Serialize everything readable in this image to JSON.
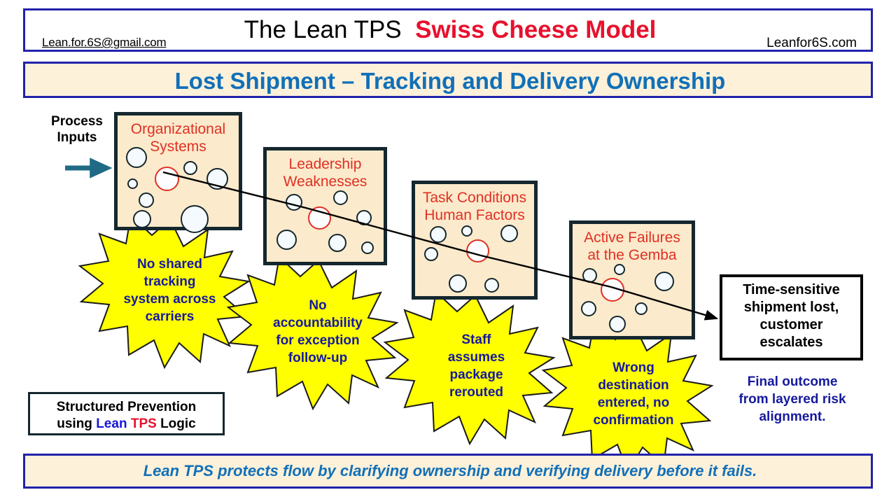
{
  "header": {
    "title_black": "The Lean TPS",
    "title_red": "Swiss Cheese Model",
    "email": "Lean.for.6S@gmail.com",
    "website": "Leanfor6S.com"
  },
  "subtitle": {
    "text": "Lost Shipment – Tracking and Delivery Ownership"
  },
  "process_inputs": {
    "label": "Process\nInputs",
    "line1": "Process",
    "line2": "Inputs",
    "arrow_color": "#1f6b86"
  },
  "slices": [
    {
      "id": "organizational-systems",
      "title_line1": "Organizational",
      "title_line2": "Systems",
      "title_color": "#e03025",
      "fill": "#fbeacb",
      "border": "#15272e"
    },
    {
      "id": "leadership-weaknesses",
      "title_line1": "Leadership",
      "title_line2": "Weaknesses",
      "title_color": "#e03025",
      "fill": "#fbeacb",
      "border": "#15272e"
    },
    {
      "id": "task-conditions-human-factors",
      "title_line1": "Task Conditions",
      "title_line2": "Human Factors",
      "title_color": "#e03025",
      "fill": "#fbeacb",
      "border": "#15272e"
    },
    {
      "id": "active-failures-gemba",
      "title_line1": "Active Failures",
      "title_line2": "at the Gemba",
      "title_color": "#e03025",
      "fill": "#fbeacb",
      "border": "#15272e"
    }
  ],
  "bursts": [
    {
      "id": "no-shared-tracking",
      "text": "No shared tracking system across carriers"
    },
    {
      "id": "no-accountability",
      "text": "No accountability for exception follow-up"
    },
    {
      "id": "staff-assumes",
      "text": "Staff assumes package rerouted"
    },
    {
      "id": "wrong-destination",
      "text": "Wrong destination entered, no confirmation"
    }
  ],
  "burst_lines": {
    "b0": [
      "No shared",
      "tracking",
      "system across",
      "carriers"
    ],
    "b1": [
      "No",
      "accountability",
      "for exception",
      "follow-up"
    ],
    "b2": [
      "Staff",
      "assumes",
      "package",
      "rerouted"
    ],
    "b3": [
      "Wrong",
      "destination",
      "entered, no",
      "confirmation"
    ]
  },
  "outcome": {
    "lines": [
      "Time-sensitive",
      "shipment lost,",
      "customer",
      "escalates"
    ],
    "caption_lines": [
      "Final outcome",
      "from layered risk",
      "alignment."
    ],
    "caption_color": "#16199e"
  },
  "prevention": {
    "line1": "Structured Prevention",
    "using": "using ",
    "lean": "Lean",
    "tps": "TPS",
    "logic": " Logic",
    "lean_color": "#1417d6",
    "tps_color": "#e8112d"
  },
  "footer": {
    "text": "Lean TPS protects flow by clarifying ownership and verifying delivery before it fails."
  },
  "colors": {
    "banner_fill": "#fdf1da",
    "banner_border": "#2222aa",
    "banner_text": "#1170b8",
    "burst_fill": "#ffff00",
    "burst_stroke": "#1a1a1a",
    "burst_text": "#16199e",
    "cheese_fill": "#fbeacb",
    "cheese_border": "#15272e",
    "hole_fill": "#f4fafe",
    "aligned_hole": "#e03025",
    "trajectory": "#000000"
  }
}
